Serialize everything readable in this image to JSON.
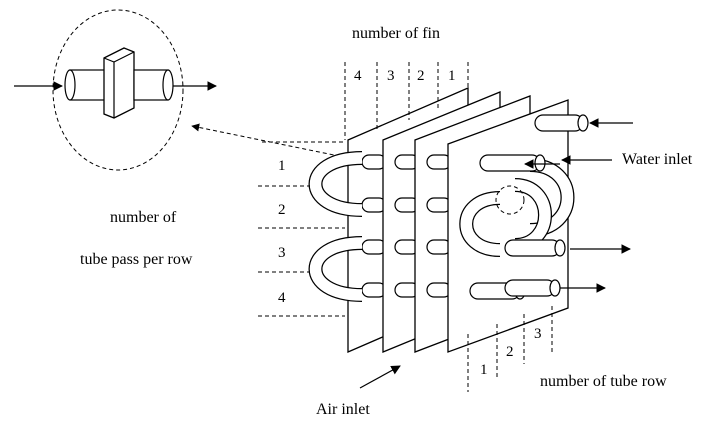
{
  "labels": {
    "number_of_fin": "number of fin",
    "number_of": "number of",
    "tube_pass_per_row": "tube pass per row",
    "water_inlet": "Water inlet",
    "air_inlet": "Air inlet",
    "number_of_tube_row": "number of tube row"
  },
  "fin_numbers": [
    "4",
    "3",
    "2",
    "1"
  ],
  "tube_pass_numbers": [
    "1",
    "2",
    "3",
    "4"
  ],
  "tube_row_numbers": [
    "1",
    "2",
    "3"
  ],
  "colors": {
    "line": "#000000",
    "background": "#ffffff"
  }
}
